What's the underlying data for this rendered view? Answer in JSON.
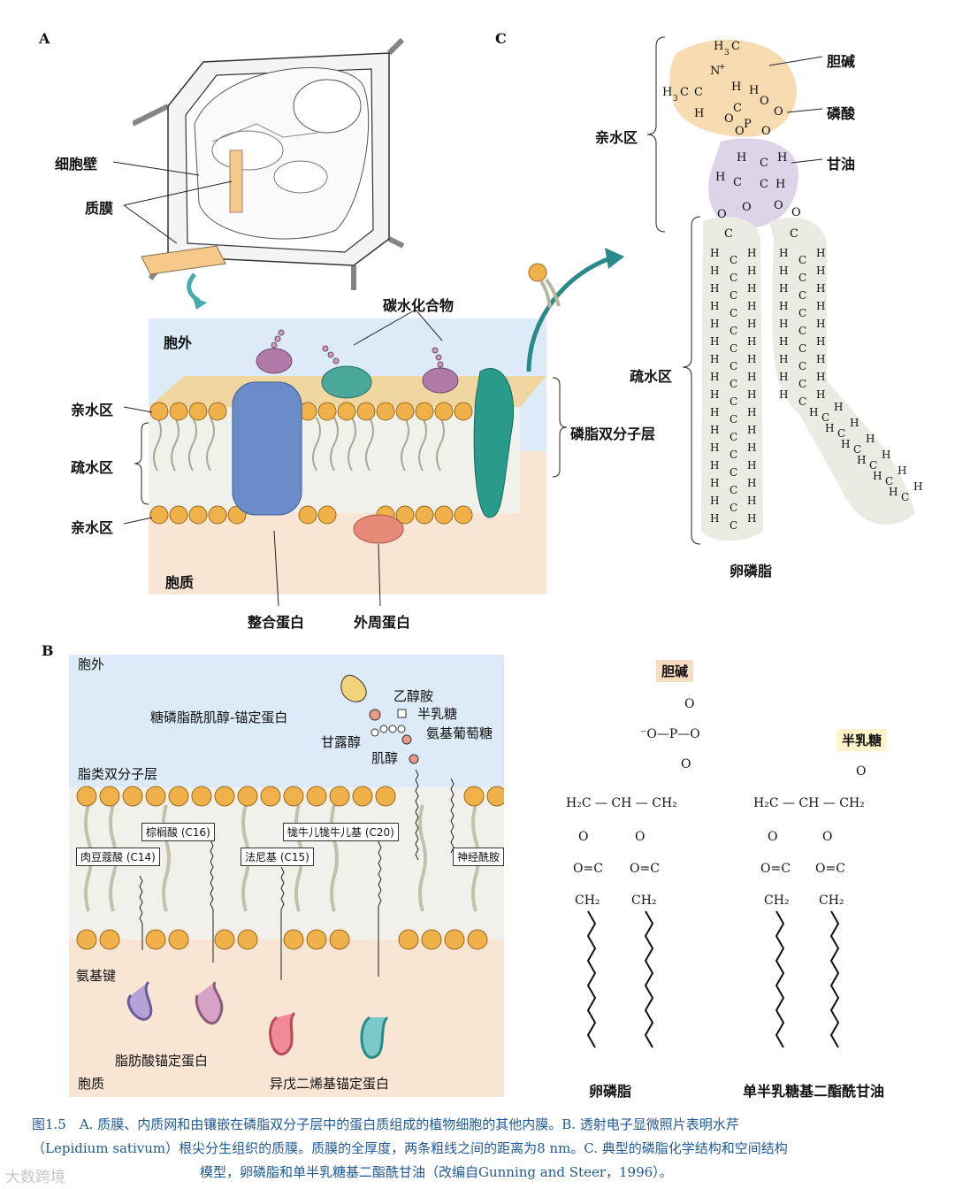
{
  "panels": {
    "a": "A",
    "b": "B",
    "c": "C"
  },
  "panel_a": {
    "cell_wall": "细胞壁",
    "plasma_membrane": "质膜",
    "carbohydrate": "碳水化合物",
    "outside": "胞外",
    "cytoplasm": "胞质",
    "hydrophilic_top": "亲水区",
    "hydrophobic": "疏水区",
    "hydrophilic_bottom": "亲水区",
    "bilayer": "磷脂双分子层",
    "integral_protein": "整合蛋白",
    "peripheral_protein": "外周蛋白"
  },
  "panel_c": {
    "hydrophilic": "亲水区",
    "hydrophobic": "疏水区",
    "choline": "胆碱",
    "phosphate": "磷酸",
    "glycerol": "甘油",
    "lecithin": "卵磷脂"
  },
  "panel_b": {
    "outside": "胞外",
    "cytoplasm": "胞质",
    "gpi": "糖磷脂酰肌醇-锚定蛋白",
    "ethanolamine": "乙醇胺",
    "galactose": "半乳糖",
    "glucosamine": "氨基葡萄糖",
    "mannose": "甘露醇",
    "inositol": "肌醇",
    "lipid_bilayer": "脂类双分子层",
    "palmitic": "棕榈酸 (C16)",
    "myristic": "肉豆蔻酸 (C14)",
    "farnesyl": "法尼基 (C15)",
    "geranylgeranyl": "牻牛儿牻牛儿基 (C20)",
    "ceramide": "神经酰胺",
    "amide_bond": "氨基键",
    "fatty_acid_anchored": "脂肪酸锚定蛋白",
    "prenyl_anchored": "异戊二烯基锚定蛋白"
  },
  "structures": {
    "choline_tag": "胆碱",
    "galactose_tag": "半乳糖",
    "lecithin": "卵磷脂",
    "mgdg": "单半乳糖基二酯酰甘油"
  },
  "caption": {
    "line1": "图1.5　A. 质膜、内质网和由镶嵌在磷脂双分子层中的蛋白质组成的植物细胞的其他内膜。B. 透射电子显微照片表明水芹",
    "line2": "（Lepidium sativum）根尖分生组织的质膜。质膜的全厚度，两条粗线之间的距离为8 nm。C. 典型的磷脂化学结构和空间结构",
    "line3": "模型，卵磷脂和单半乳糖基二酯酰甘油（改编自Gunning and Steer，1996）。"
  },
  "watermark": "大数跨境",
  "colors": {
    "caption": "#1f5a96",
    "head": "#f0b04a",
    "outside_bg": "#dcebf7",
    "cytoplasm_bg": "#f9e5d3",
    "choline_tag_bg": "#f6dcc0",
    "galactose_tag_bg": "#fbf3c9"
  }
}
